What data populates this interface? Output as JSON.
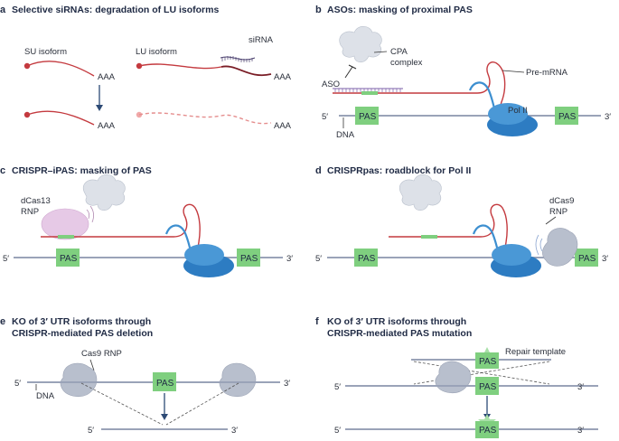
{
  "panels": {
    "a": {
      "letter": "a",
      "title": "Selective siRNAs: degradation of LU isoforms",
      "su_label": "SU isoform",
      "lu_label": "LU isoform",
      "sirna_label": "siRNA",
      "polya": "AAA"
    },
    "b": {
      "letter": "b",
      "title": "ASOs: masking of proximal PAS",
      "cpa_label_1": "CPA",
      "cpa_label_2": "complex",
      "aso_label": "ASO",
      "premrna_label": "Pre-mRNA",
      "pol_label": "Pol II",
      "dna_label": "DNA",
      "five": "5′",
      "three": "3′",
      "pas": "PAS"
    },
    "c": {
      "letter": "c",
      "title": "CRISPR–iPAS: masking of PAS",
      "dcas13_label_1": "dCas13",
      "dcas13_label_2": "RNP",
      "five": "5′",
      "three": "3′",
      "pas": "PAS"
    },
    "d": {
      "letter": "d",
      "title": "CRISPRpas: roadblock for Pol II",
      "dcas9_label_1": "dCas9",
      "dcas9_label_2": "RNP",
      "five": "5′",
      "three": "3′",
      "pas": "PAS"
    },
    "e": {
      "letter": "e",
      "title_1": "KO of 3′ UTR isoforms through",
      "title_2": "CRISPR-mediated PAS deletion",
      "cas9_label": "Cas9 RNP",
      "dna_label": "DNA",
      "five": "5′",
      "three": "3′",
      "pas": "PAS"
    },
    "f": {
      "letter": "f",
      "title_1": "KO of 3′ UTR isoforms through",
      "title_2": "CRISPR-mediated PAS mutation",
      "repair_label": "Repair template",
      "five": "5′",
      "three": "3′",
      "pas": "PAS"
    }
  },
  "colors": {
    "rna": "#c43a3f",
    "pas": "#7fcf7f",
    "dna": "#9aa3b8",
    "pol": "#2d7cc2",
    "cas": "#b8bfcd",
    "dcas13": "#e6c9e6"
  }
}
